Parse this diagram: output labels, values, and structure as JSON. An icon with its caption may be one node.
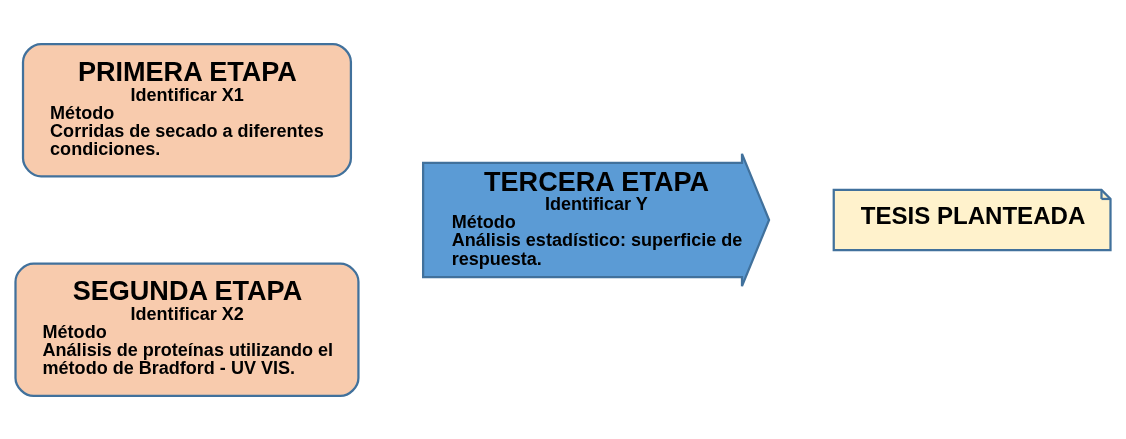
{
  "diagram": {
    "nodes": [
      {
        "text": [
          "PRIMERA ETAPA",
          "Identificar X1",
          "Método",
          "Corridas de secado a diferentes condiciones."
        ]
      },
      {
        "text": [
          "SEGUNDA ETAPA",
          "Identificar X2",
          "Método",
          "Análisis de proteínas utilizando el método de Bradford - UV VIS."
        ]
      },
      {
        "text": [
          "TERCERA ETAPA",
          "Identificar Y",
          "Método",
          "Análisis estadístico: superficie de respuesta."
        ]
      },
      {
        "text": [
          "TESIS PLANTEADA"
        ]
      }
    ]
  }
}
